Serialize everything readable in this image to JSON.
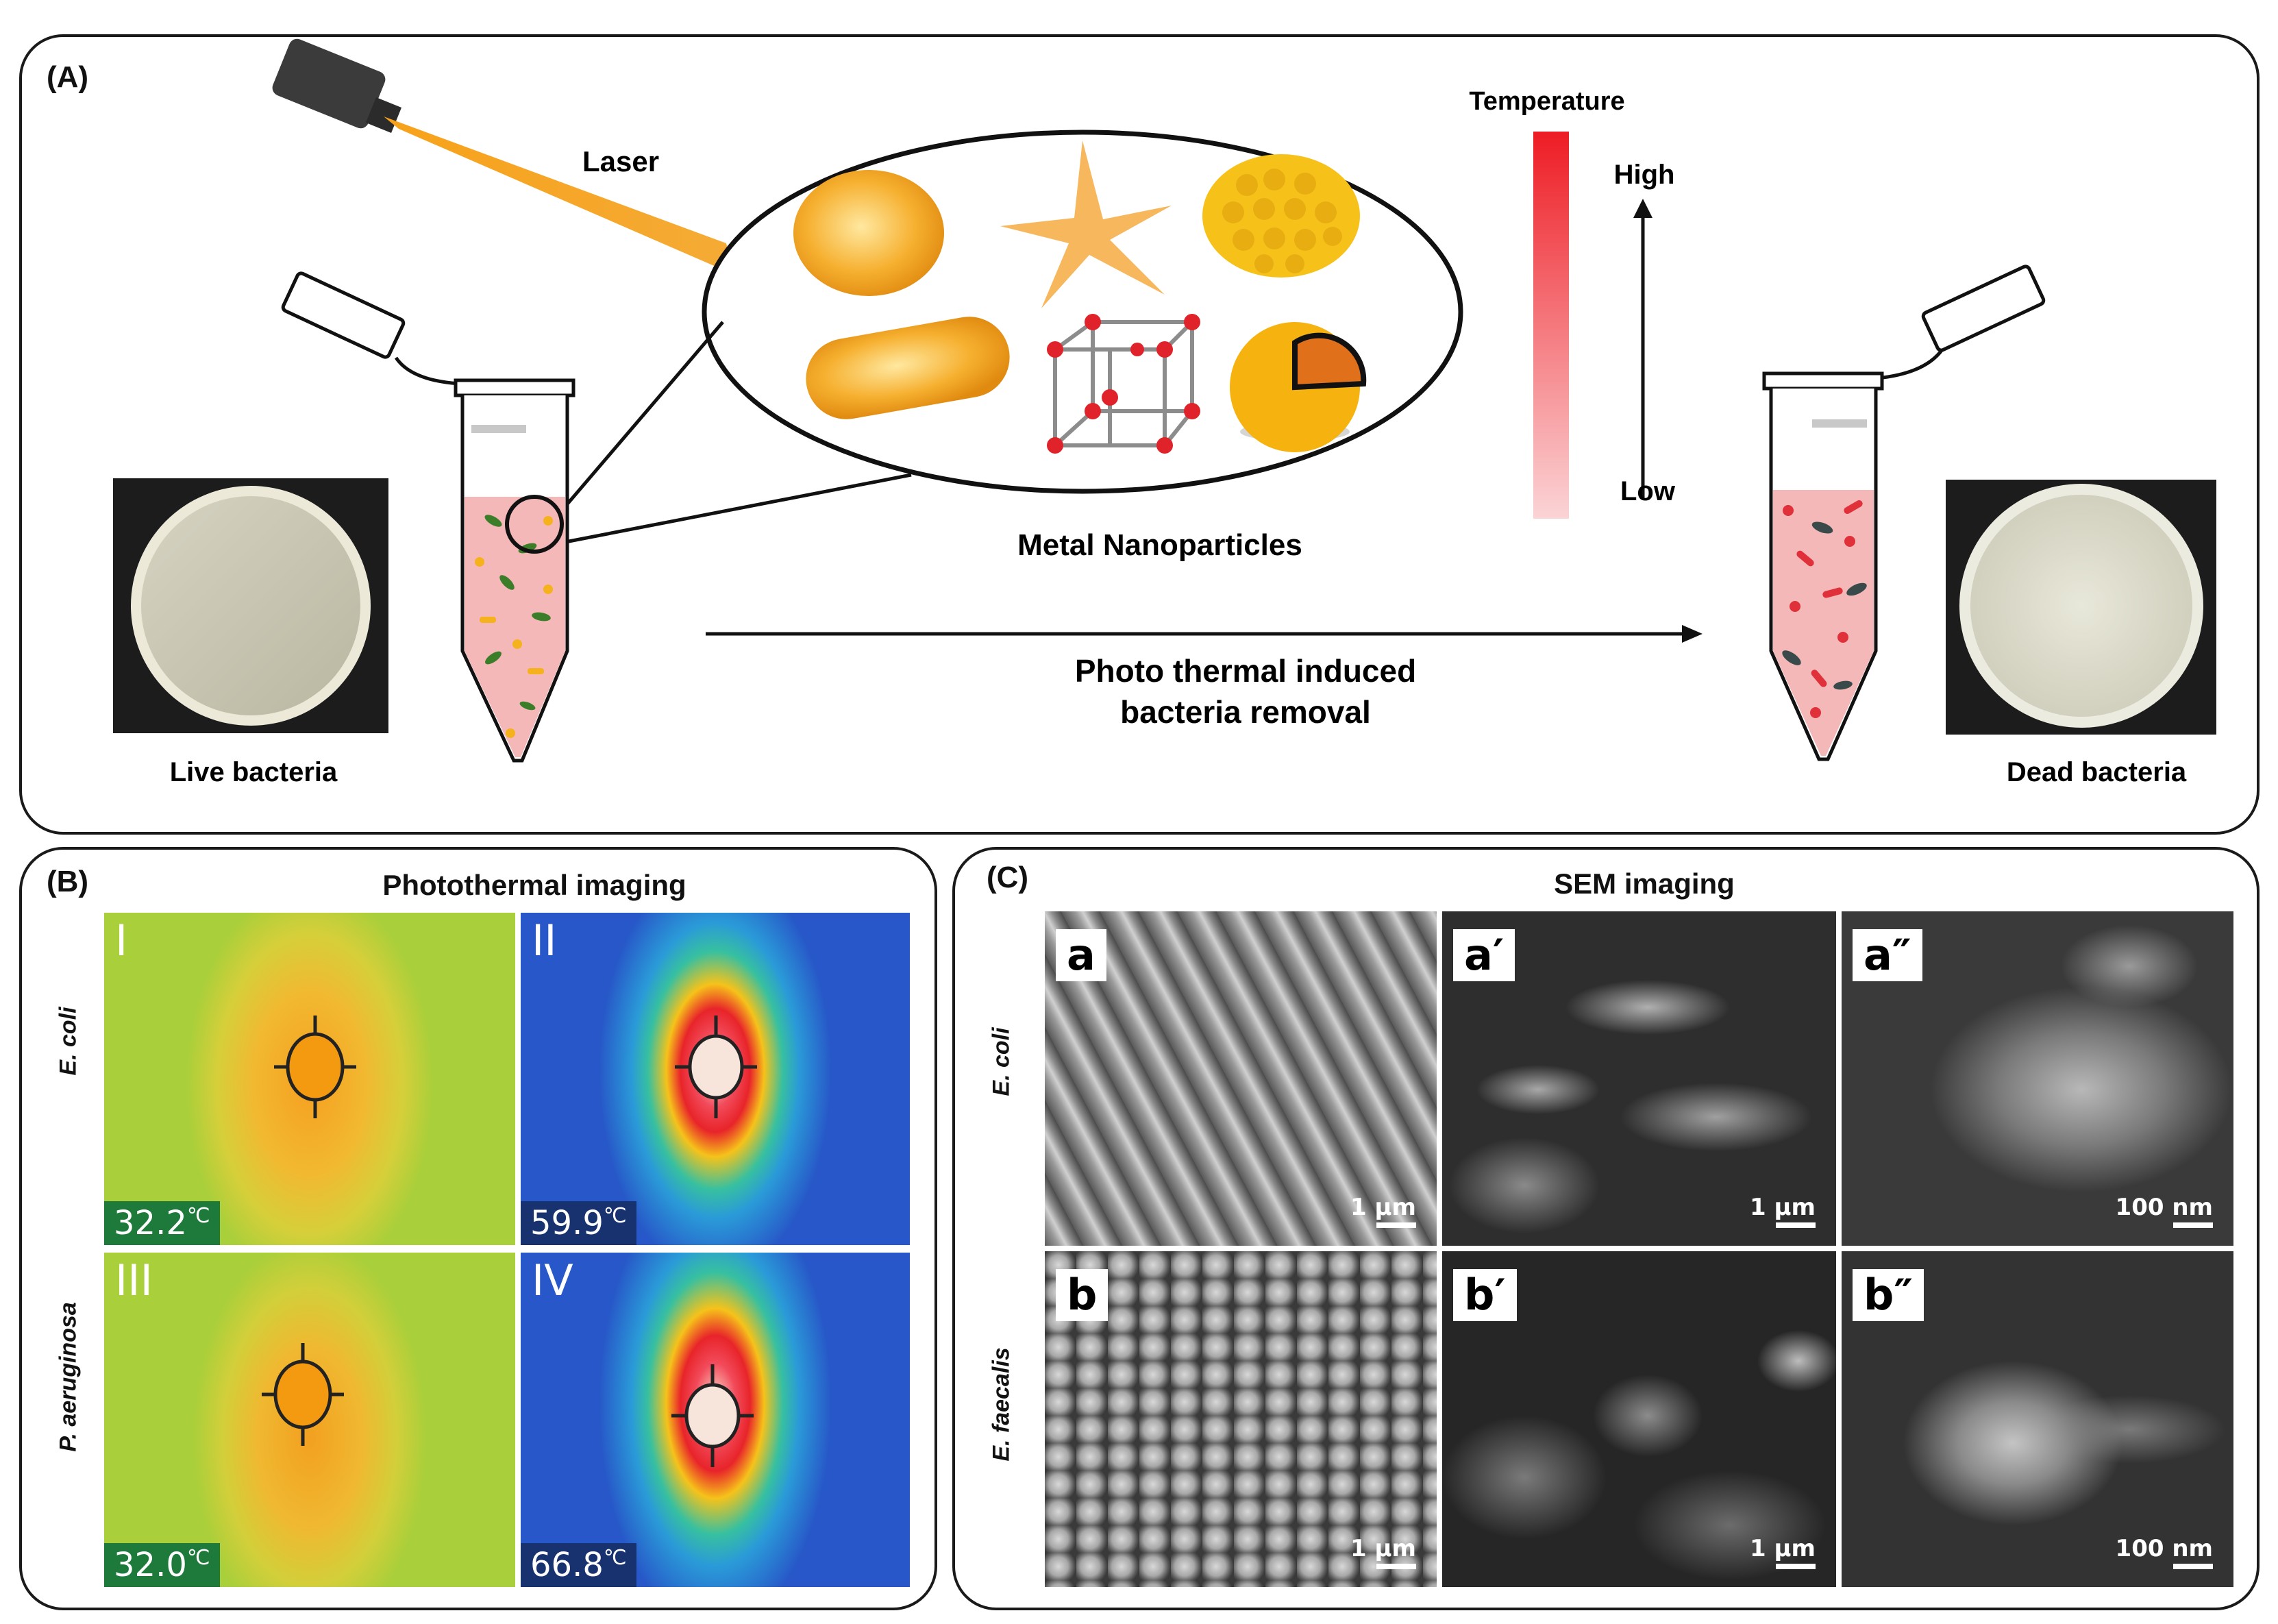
{
  "panel_a": {
    "label": "(A)",
    "laser": "Laser",
    "nanoparticles": "Metal Nanoparticles",
    "temperature": "Temperature",
    "high": "High",
    "low": "Low",
    "process_line1": "Photo thermal induced",
    "process_line2": "bacteria removal",
    "live": "Live bacteria",
    "dead": "Dead bacteria"
  },
  "panel_b": {
    "label": "(B)",
    "title": "Photothermal imaging",
    "row1_species": "E. coli",
    "row2_species": "P. aeruginosa",
    "images": [
      {
        "numeral": "I",
        "temp": "32.2",
        "unit": "℃"
      },
      {
        "numeral": "II",
        "temp": "59.9",
        "unit": "℃"
      },
      {
        "numeral": "III",
        "temp": "32.0",
        "unit": "℃"
      },
      {
        "numeral": "IV",
        "temp": "66.8",
        "unit": "℃"
      }
    ]
  },
  "panel_c": {
    "label": "(C)",
    "title": "SEM imaging",
    "row1_species": "E. coli",
    "row2_species": "E. faecalis",
    "images": [
      {
        "tag": "a",
        "scale": "1 μm"
      },
      {
        "tag": "a′",
        "scale": "1 μm"
      },
      {
        "tag": "a″",
        "scale": "100 nm"
      },
      {
        "tag": "b",
        "scale": "1 μm"
      },
      {
        "tag": "b′",
        "scale": "1 μm"
      },
      {
        "tag": "b″",
        "scale": "100 nm"
      }
    ]
  },
  "colors": {
    "accent_orange": "#f5a623",
    "liquid_pink": "#f4b8b8",
    "thermal_cool_bg": "#2757c8",
    "thermal_warm_bg": "#a9cf3a"
  }
}
